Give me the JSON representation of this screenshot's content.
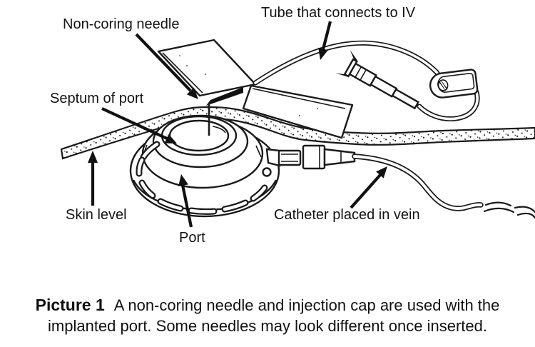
{
  "figure": {
    "labels": {
      "needle": "Non-coring needle",
      "tube": "Tube that connects to IV",
      "septum": "Septum of port",
      "skin": "Skin level",
      "port": "Port",
      "catheter": "Catheter placed in vein"
    },
    "caption": {
      "label": "Picture 1",
      "line1": "A non-coring needle and injection cap are used with the",
      "line2": "implanted port. Some needles may look different once inserted."
    },
    "colors": {
      "ink": "#1a1a1a",
      "background": "#ffffff"
    }
  }
}
